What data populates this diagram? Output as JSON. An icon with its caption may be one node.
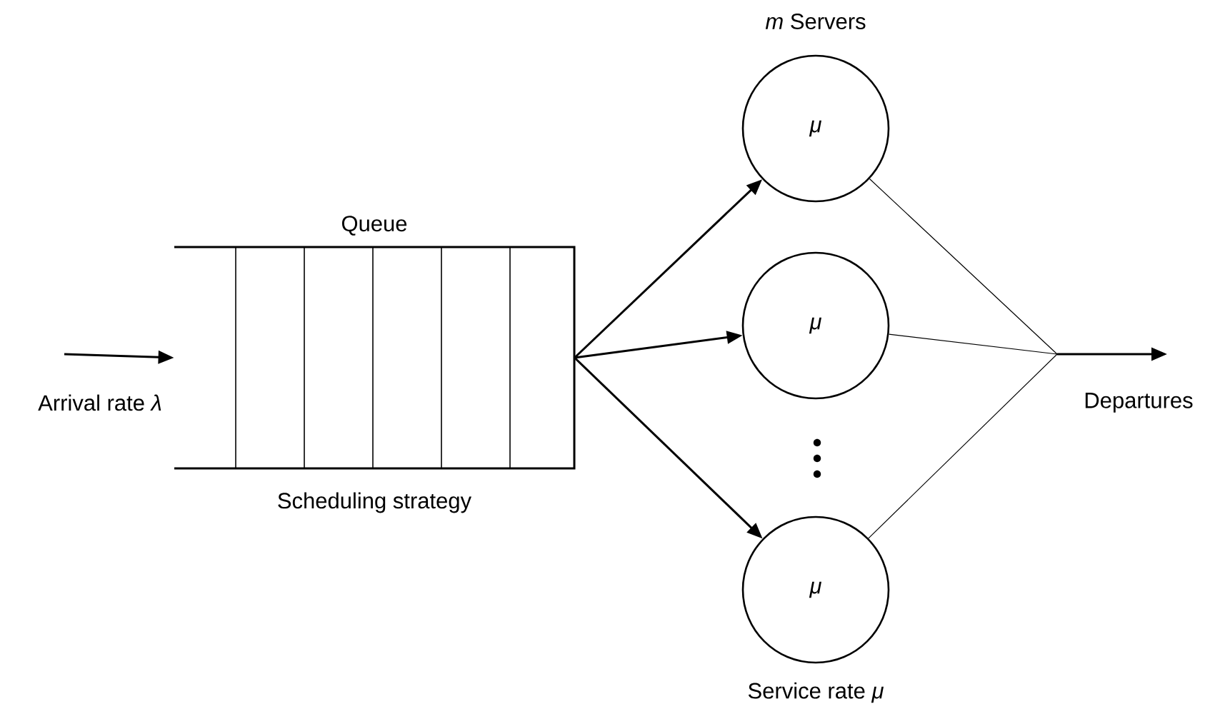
{
  "diagram": {
    "nodes": [
      {
        "text": [
          "Queue",
          "Scheduling strategy"
        ]
      },
      {
        "text": [
          "μ"
        ],
        "beside": [
          "*m* Servers"
        ]
      },
      {
        "text": [
          "μ"
        ]
      },
      {
        "text": [
          "μ"
        ],
        "beside": [
          "Service rate *μ*"
        ]
      }
    ],
    "edges": [
      {
        "from": null,
        "to": 0,
        "arrow": "to"
      },
      {
        "from": 0,
        "to": 1,
        "arrow": "to"
      },
      {
        "from": 0,
        "to": 2,
        "arrow": "to"
      },
      {
        "from": 0,
        "to": 3,
        "arrow": "to"
      },
      {
        "from": 1,
        "to": null,
        "arrow": "to"
      },
      {
        "from": 2,
        "to": null,
        "arrow": "to"
      },
      {
        "from": 3,
        "to": null,
        "arrow": "to"
      }
    ],
    "labels": [
      "Arrival rate *λ*",
      "Departures"
    ]
  }
}
